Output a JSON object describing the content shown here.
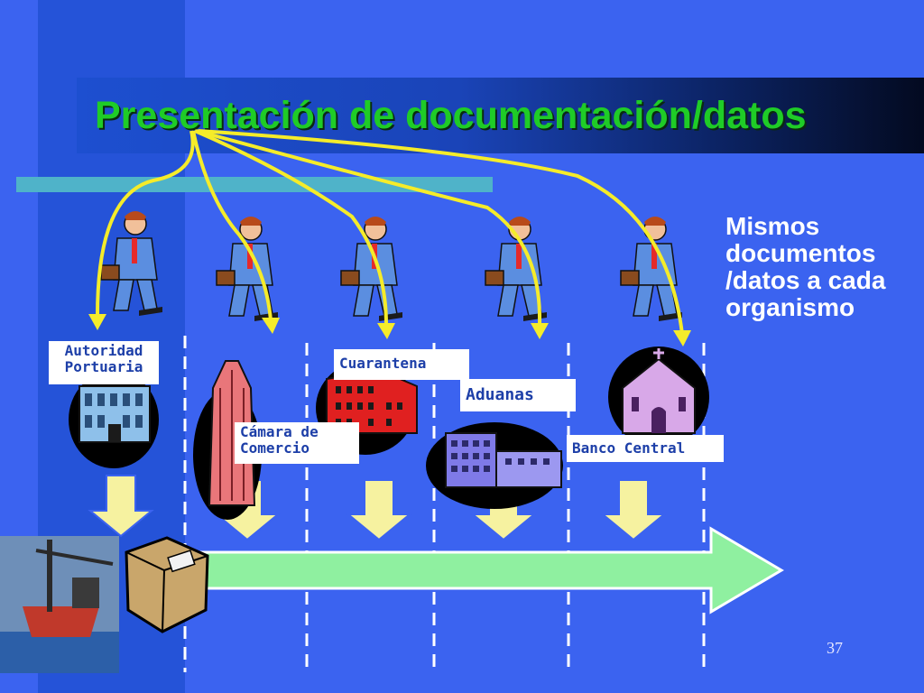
{
  "slide": {
    "title": "Presentación de documentación/datos",
    "side_note": "Mismos documentos /datos a cada organismo",
    "page_number": "37"
  },
  "organizations": [
    {
      "name": "Autoridad Portuaria",
      "icon": "port-authority-building-icon"
    },
    {
      "name": "Cámara de Comercio",
      "icon": "skyscraper-icon"
    },
    {
      "name": "Cuarantena",
      "icon": "factory-building-icon"
    },
    {
      "name": "Aduanas",
      "icon": "office-building-icon"
    },
    {
      "name": "Banco Central",
      "icon": "church-building-icon"
    }
  ],
  "colors": {
    "background": "#3b63f0",
    "title": "#1fcc27",
    "connector": "#f5ec2a",
    "flow_arrow": "#8ff0a0",
    "down_arrow": "#f6f2a0"
  }
}
